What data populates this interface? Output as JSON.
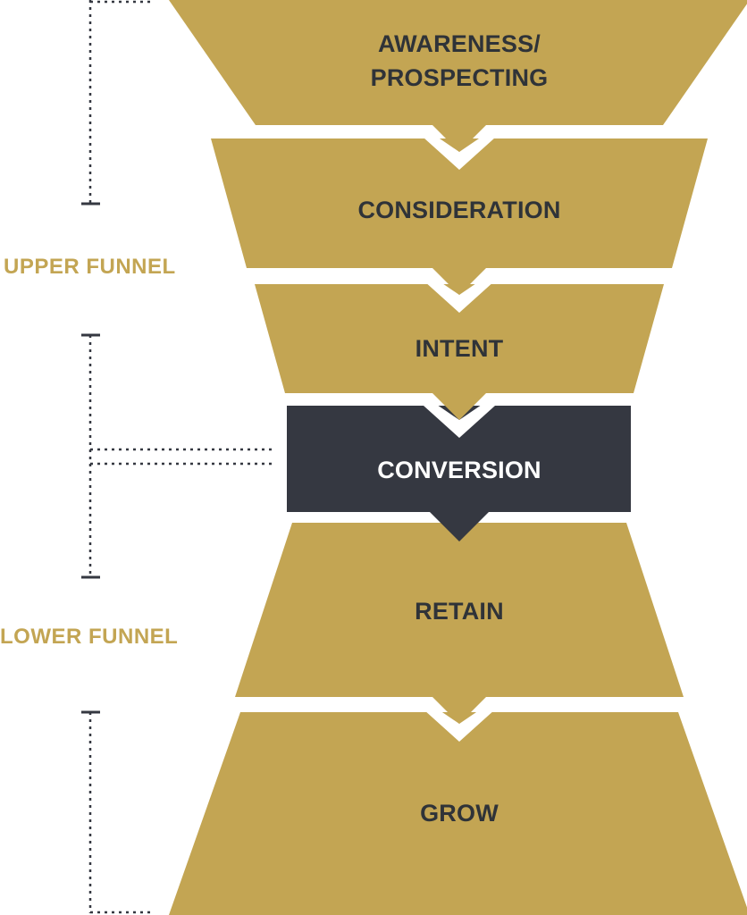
{
  "colors": {
    "stage_fill": "#c3a553",
    "stage_text": "#2f3338",
    "highlight_fill": "#353841",
    "highlight_text": "#ffffff",
    "side_label": "#c3a553",
    "bracket": "#353841"
  },
  "stages": [
    {
      "lines": [
        "AWARENESS/",
        "PROSPECTING"
      ],
      "highlight": false
    },
    {
      "lines": [
        "CONSIDERATION"
      ],
      "highlight": false
    },
    {
      "lines": [
        "INTENT"
      ],
      "highlight": false
    },
    {
      "lines": [
        "CONVERSION"
      ],
      "highlight": true
    },
    {
      "lines": [
        "RETAIN"
      ],
      "highlight": false
    },
    {
      "lines": [
        "GROW"
      ],
      "highlight": false
    }
  ],
  "side_labels": {
    "upper": "UPPER FUNNEL",
    "lower": "LOWER FUNNEL"
  }
}
